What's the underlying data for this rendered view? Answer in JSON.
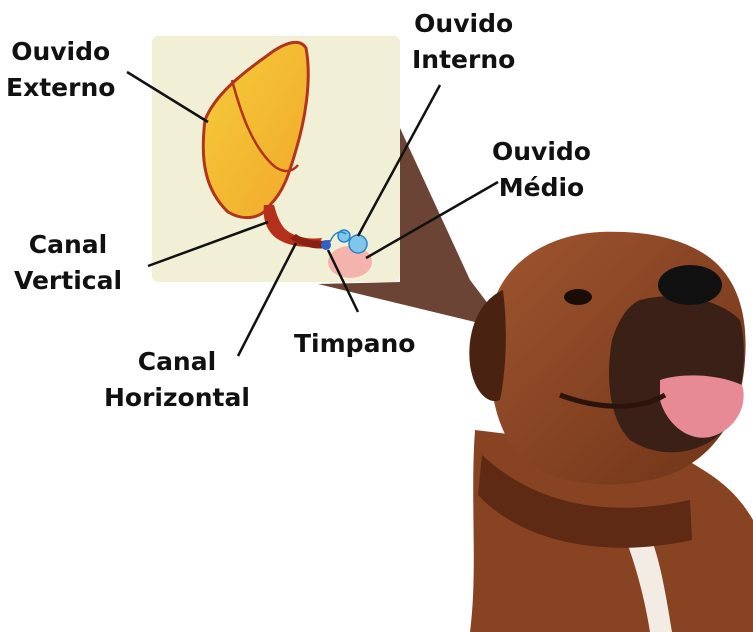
{
  "labels": {
    "ouvido_externo": [
      "Ouvido",
      "Externo"
    ],
    "ouvido_interno": [
      "Ouvido",
      "Interno"
    ],
    "ouvido_medio": [
      "Ouvido",
      "Médio"
    ],
    "canal_vertical": [
      "Canal",
      "Vertical"
    ],
    "canal_horizontal": [
      "Canal",
      "Horizontal"
    ],
    "timpano": "Timpano"
  },
  "colors": {
    "panel_bg": "#f1f0d6",
    "pinna_fill": "#f4c230",
    "pinna_outline": "#b0351c",
    "canal": "#b4301c",
    "eardrum": "#f4b3ac",
    "inner_ear": "#7fc7e9",
    "zoom_wedge": "#5e3424",
    "dog_fur": "#8e4a2a",
    "leader_line": "#111111"
  },
  "icons": {
    "ear_anatomy": "ear-anatomy-illustration",
    "dog": "dog-photo"
  }
}
